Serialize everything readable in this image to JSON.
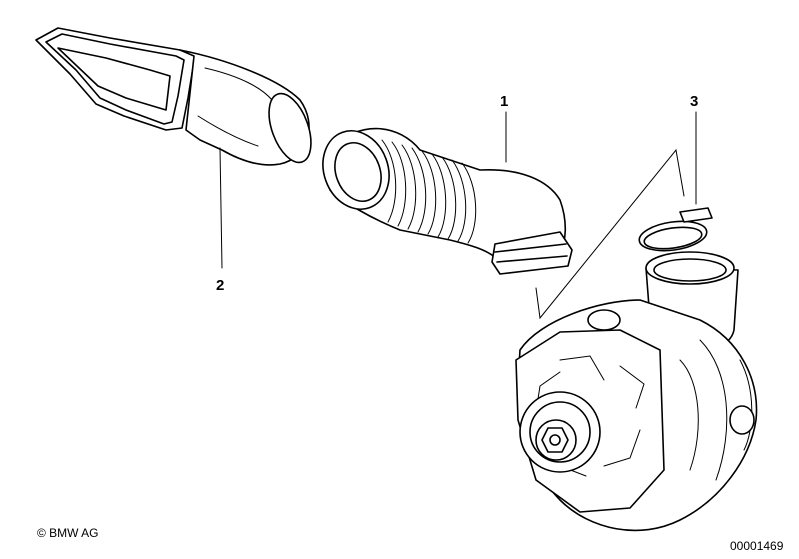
{
  "callouts": {
    "part_1": "1",
    "part_2": "2",
    "part_3": "3"
  },
  "footer": {
    "copyright": "© BMW AG",
    "drawing_number": "00001469"
  },
  "colors": {
    "line": "#000000",
    "background": "#ffffff"
  }
}
